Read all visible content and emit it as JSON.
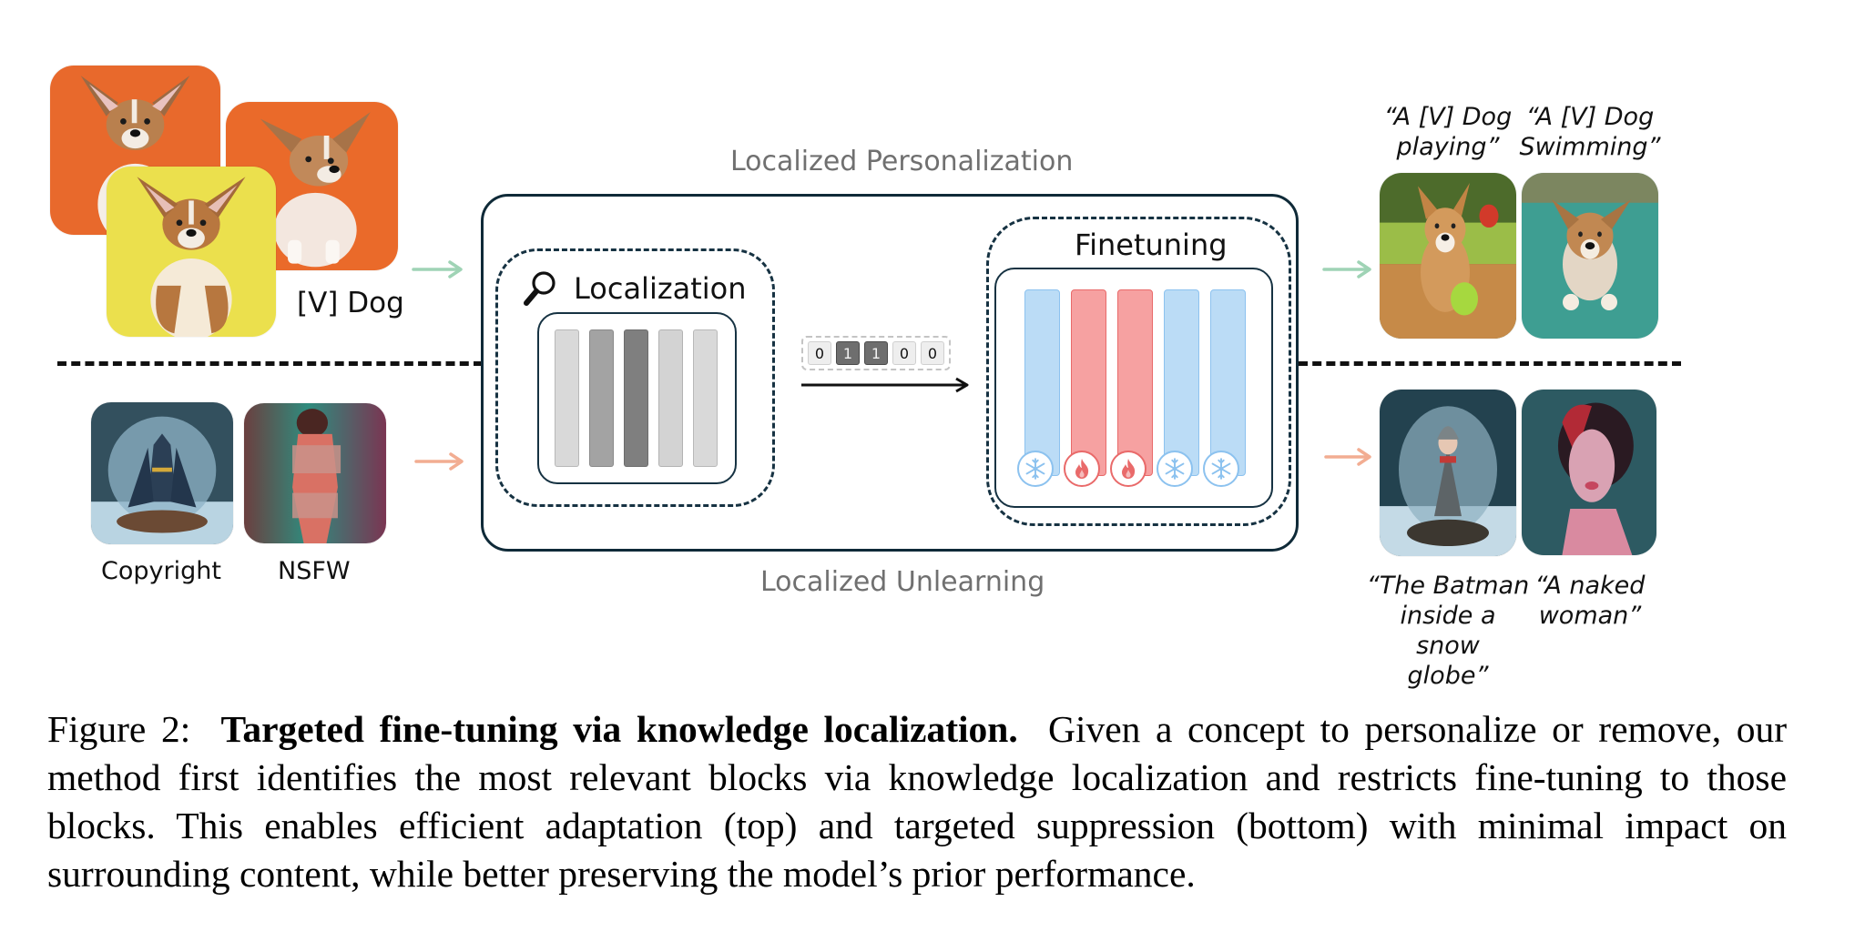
{
  "figure": {
    "top_group": {
      "title": "Localized Personalization",
      "input_label": "[V] Dog",
      "input_images": [
        "corgi-orange-1",
        "corgi-orange-2",
        "corgi-yellow"
      ],
      "outputs": [
        {
          "prompt": "“A [V] Dog playing”",
          "line1": "“A [V] Dog",
          "line2": "playing”",
          "image": "corgi-playing-ball"
        },
        {
          "prompt": "“A [V] Dog Swimming”",
          "line1": "“A [V] Dog",
          "line2": "Swimming”",
          "image": "corgi-swimming"
        }
      ],
      "arrow_color": "#9fd3b5"
    },
    "bottom_group": {
      "title": "Localized Unlearning",
      "inputs": [
        {
          "label": "Copyright",
          "image": "batman-snow-globe"
        },
        {
          "label": "NSFW",
          "image": "nsfw-censored"
        }
      ],
      "outputs": [
        {
          "line1": "“The Batman",
          "line2": "inside a snow",
          "line3": "globe”",
          "image": "child-snow-globe"
        },
        {
          "line1": "“A naked",
          "line2": "woman”",
          "image": "woman-portrait"
        }
      ],
      "arrow_color": "#f2ad92"
    },
    "localization": {
      "title": "Localization",
      "icon": "magnifier-icon",
      "block_shades": [
        "#d9d9d9",
        "#a3a3a3",
        "#7f7f7f",
        "#d3d3d3",
        "#d9d9d9"
      ]
    },
    "mask": {
      "values": [
        "0",
        "1",
        "1",
        "0",
        "0"
      ]
    },
    "finetuning": {
      "title": "Finetuning",
      "blocks": [
        {
          "state": "frozen",
          "icon": "snowflake-icon"
        },
        {
          "state": "trainable",
          "icon": "flame-icon"
        },
        {
          "state": "trainable",
          "icon": "flame-icon"
        },
        {
          "state": "frozen",
          "icon": "snowflake-icon"
        },
        {
          "state": "frozen",
          "icon": "snowflake-icon"
        }
      ],
      "colors": {
        "frozen_fill": "#bbdcf6",
        "frozen_stroke": "#8cc2ef",
        "trainable_fill": "#f6a1a1",
        "trainable_stroke": "#e96a6a"
      }
    }
  },
  "caption": {
    "prefix": "Figure 2:",
    "bold": "Targeted fine-tuning via knowledge localization.",
    "body": "Given a concept to personalize or remove, our method first identifies the most relevant blocks via knowledge localization and restricts fine-tuning to those blocks. This enables efficient adaptation (top) and targeted suppression (bottom) with minimal impact on surrounding content, while better preserving the model’s prior performance."
  }
}
